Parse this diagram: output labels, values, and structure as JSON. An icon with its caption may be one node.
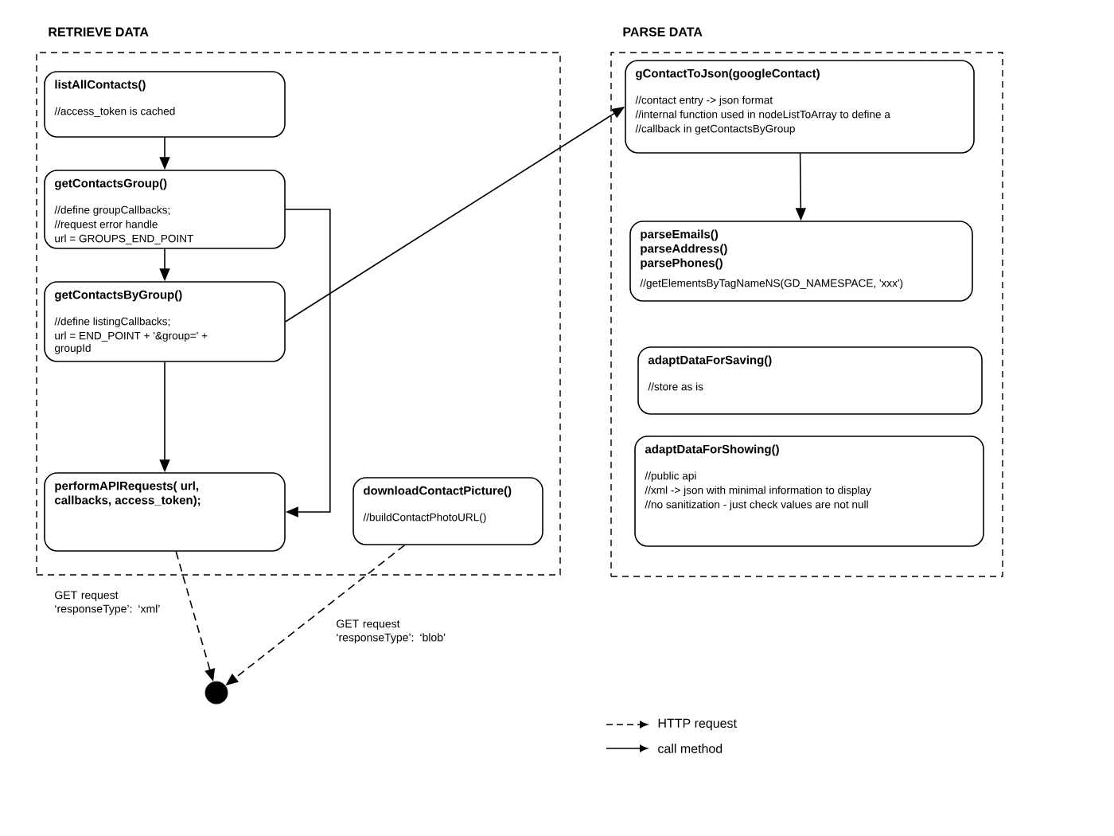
{
  "diagram": {
    "nodes": [
      {
        "text": [
          "RETRIEVE DATA"
        ]
      },
      {
        "text": [
          "listAllContacts()",
          "//access_token is cached"
        ],
        "in": 0
      },
      {
        "text": [
          "getContactsGroup()",
          "//define groupCallbacks;",
          "//request error handle",
          "url = GROUPS_END_POINT"
        ],
        "in": 0
      },
      {
        "text": [
          "getContactsByGroup()",
          "//define listingCallbacks;",
          "url = END_POINT + '&group=' + groupId"
        ],
        "in": 0
      },
      {
        "text": [
          "performAPIRequests( url, callbacks, access_token);"
        ],
        "in": 0
      },
      {
        "text": [
          "downloadContactPicture()",
          "//buildContactPhotoURL()"
        ],
        "in": 0
      },
      {
        "text": [
          "PARSE DATA"
        ]
      },
      {
        "text": [
          "gContactToJson(googleContact)",
          "//contact entry -> json format",
          "//internal function used in nodeListToArray to define a",
          "//callback in getContactsByGroup"
        ],
        "in": 6
      },
      {
        "text": [
          "parseEmails() parseAddress() parsePhones()",
          "//getElementsByTagNameNS(GD_NAMESPACE, 'xxx')"
        ],
        "in": 6
      },
      {
        "text": [
          "adaptDataForSaving()",
          "//store as is"
        ],
        "in": 6
      },
      {
        "text": [
          "adaptDataForShowing()",
          "//public api",
          "//xml -> json with minimal information to display",
          "//no sanitization - just check values are not null"
        ],
        "in": 6
      },
      {
        "text": [],
        "shape": "circle"
      }
    ],
    "edges": [
      {
        "from": 1,
        "to": 2,
        "arrow": "to"
      },
      {
        "from": 2,
        "to": 3,
        "arrow": "to"
      },
      {
        "from": 3,
        "to": 4,
        "arrow": "to"
      },
      {
        "from": 2,
        "to": 4,
        "arrow": "to"
      },
      {
        "from": 3,
        "to": 7,
        "arrow": "to"
      },
      {
        "from": 7,
        "to": 8,
        "arrow": "to"
      },
      {
        "from": 4,
        "to": 11,
        "arrow": "to",
        "style": "dashed",
        "label": "GET request ‘responseType’: ‘xml’"
      },
      {
        "from": 5,
        "to": 11,
        "arrow": "to",
        "style": "dashed",
        "label": "GET request ‘responseType’: ‘blob’"
      }
    ],
    "legend": [
      {
        "text": "HTTP request"
      },
      {
        "text": "call method"
      }
    ]
  }
}
